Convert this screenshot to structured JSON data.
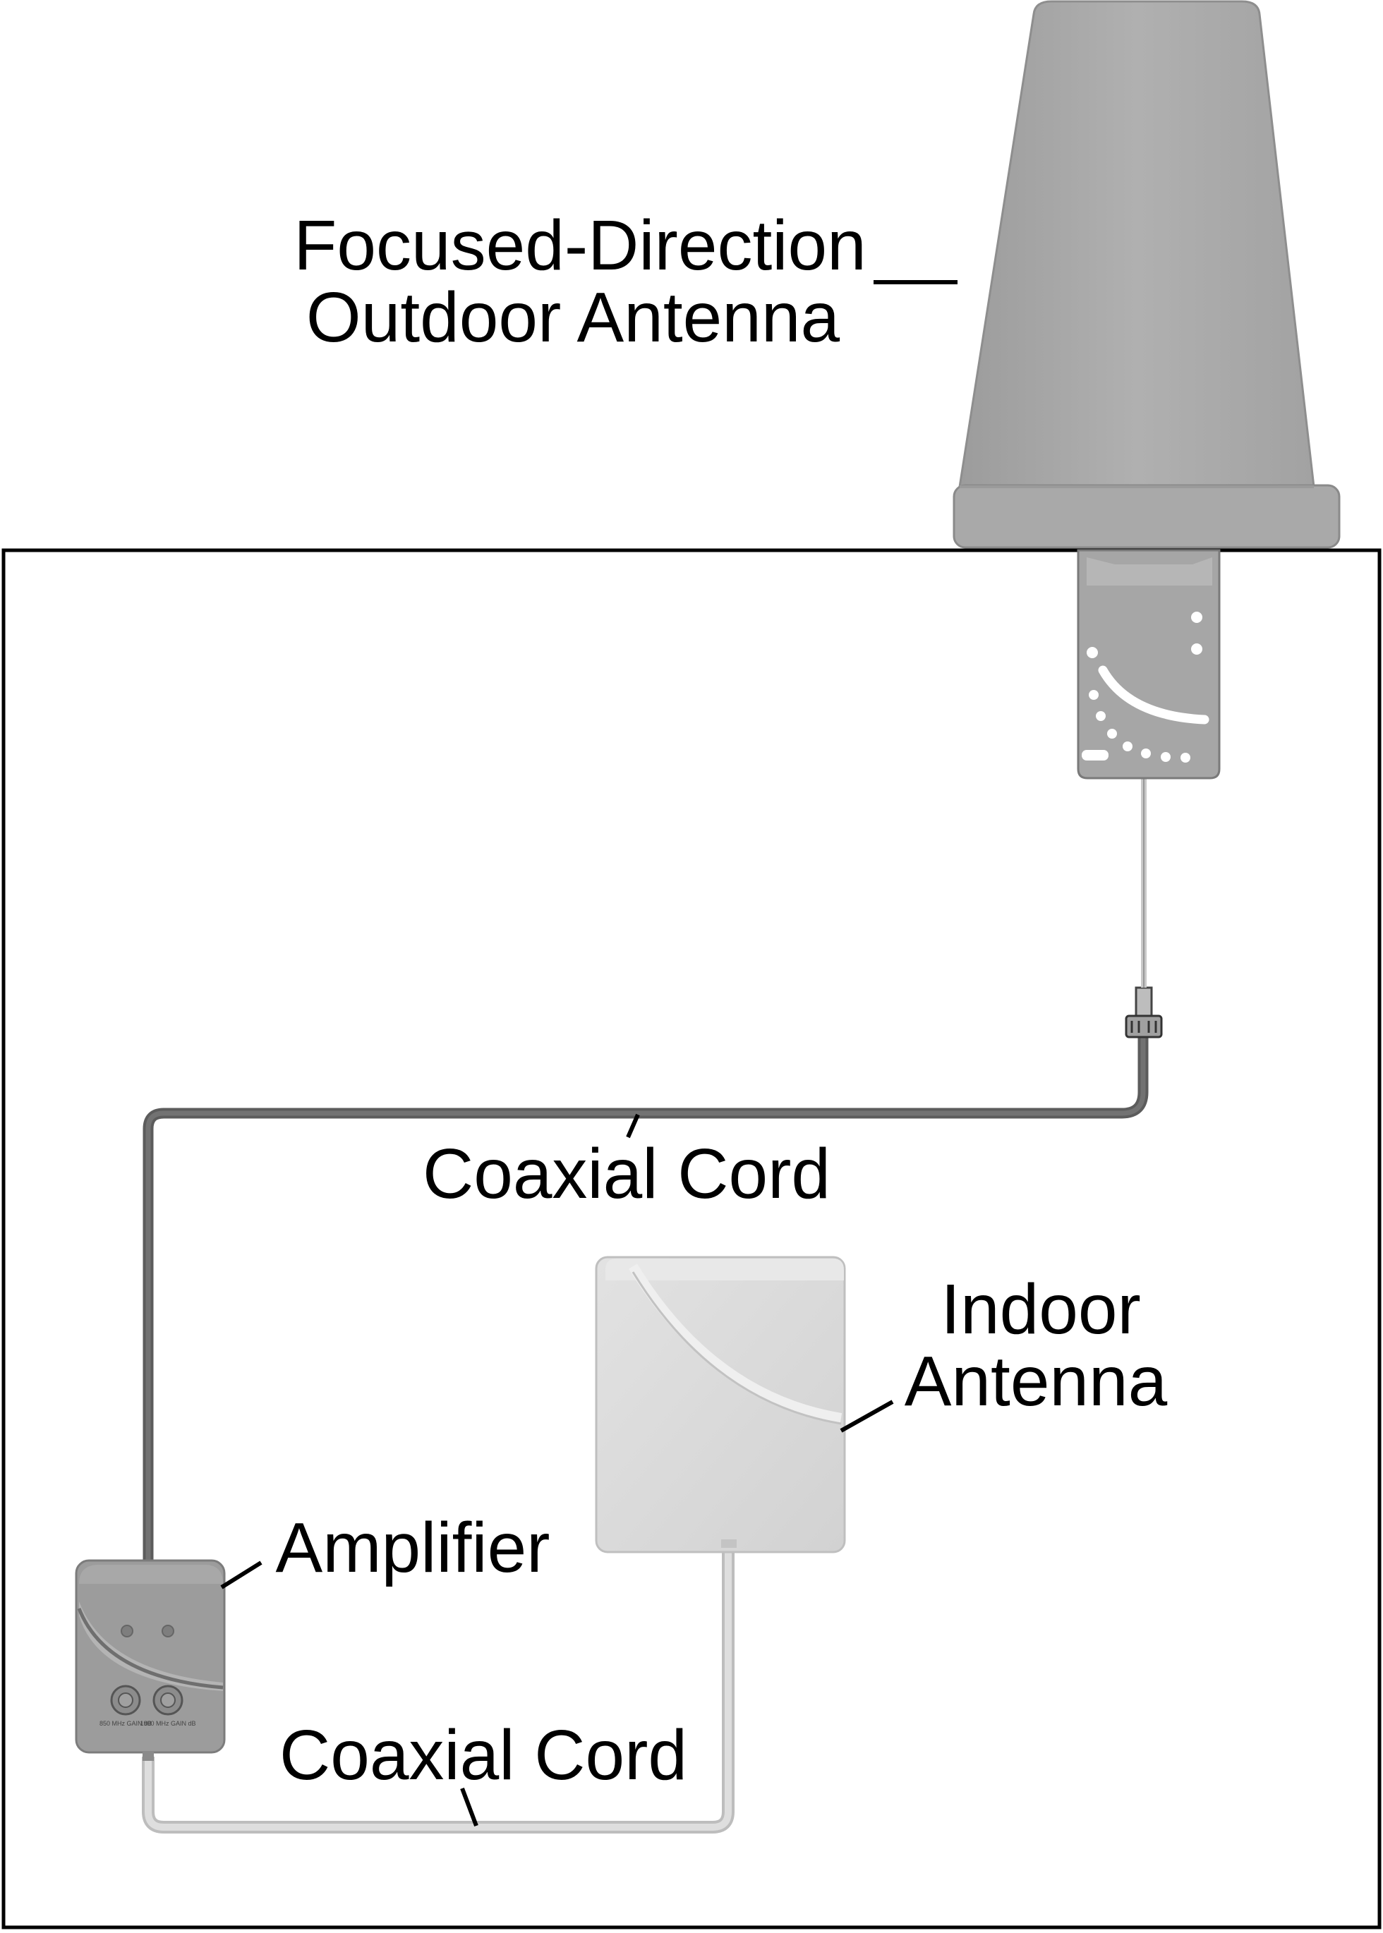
{
  "labels": {
    "outdoor_antenna_line1": "Focused-Direction",
    "outdoor_antenna_line2": "Outdoor Antenna",
    "coaxial_cord_upper": "Coaxial Cord",
    "indoor_antenna_line1": "Indoor",
    "indoor_antenna_line2": "Antenna",
    "amplifier": "Amplifier",
    "coaxial_cord_lower": "Coaxial Cord"
  },
  "amplifier_panel": {
    "knob_left_text": "850 MHz GAIN dB",
    "knob_right_text": "1900 MHz GAIN dB"
  },
  "colors": {
    "outline": "#000000",
    "outdoor_antenna": "#a8a8a8",
    "upper_cord": "#666666",
    "lower_cord": "#d6d6d6",
    "indoor_antenna": "#dcdcdc",
    "amplifier_body": "#9a9a9a"
  }
}
